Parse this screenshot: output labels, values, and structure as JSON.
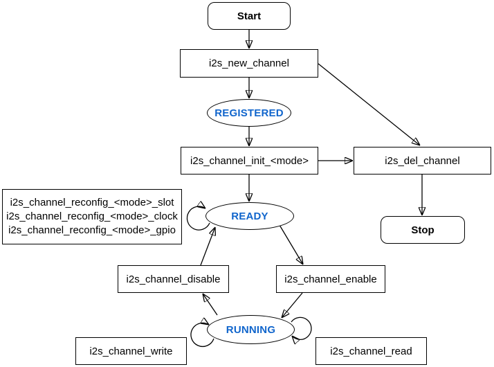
{
  "diagram": {
    "type": "state-machine-flowchart",
    "colors": {
      "state_text": "#1065cc",
      "line": "#000000",
      "node_text": "#000000",
      "background": "#ffffff"
    },
    "nodes": {
      "start": {
        "label": "Start",
        "shape": "rounded-rect"
      },
      "new": {
        "label": "i2s_new_channel",
        "shape": "rect"
      },
      "reg": {
        "label": "REGISTERED",
        "shape": "ellipse"
      },
      "init": {
        "label": "i2s_channel_init_<mode>",
        "shape": "rect"
      },
      "del": {
        "label": "i2s_del_channel",
        "shape": "rect"
      },
      "stop": {
        "label": "Stop",
        "shape": "rounded-rect"
      },
      "ready": {
        "label": "READY",
        "shape": "ellipse"
      },
      "reconfig": {
        "shape": "rect",
        "lines": [
          "i2s_channel_reconfig_<mode>_slot",
          "i2s_channel_reconfig_<mode>_clock",
          "i2s_channel_reconfig_<mode>_gpio"
        ]
      },
      "disable": {
        "label": "i2s_channel_disable",
        "shape": "rect"
      },
      "enable": {
        "label": "i2s_channel_enable",
        "shape": "rect"
      },
      "running": {
        "label": "RUNNING",
        "shape": "ellipse"
      },
      "write": {
        "label": "i2s_channel_write",
        "shape": "rect"
      },
      "read": {
        "label": "i2s_channel_read",
        "shape": "rect"
      }
    },
    "edges": [
      {
        "from": "Start",
        "to": "i2s_new_channel"
      },
      {
        "from": "i2s_new_channel",
        "to": "REGISTERED"
      },
      {
        "from": "i2s_new_channel",
        "to": "i2s_del_channel"
      },
      {
        "from": "REGISTERED",
        "to": "i2s_channel_init_<mode>"
      },
      {
        "from": "i2s_channel_init_<mode>",
        "to": "i2s_del_channel"
      },
      {
        "from": "i2s_channel_init_<mode>",
        "to": "READY"
      },
      {
        "from": "i2s_del_channel",
        "to": "Stop"
      },
      {
        "from": "READY",
        "to": "READY",
        "kind": "self-loop-left"
      },
      {
        "from": "READY",
        "to": "i2s_channel_enable"
      },
      {
        "from": "i2s_channel_disable",
        "to": "READY"
      },
      {
        "from": "i2s_channel_enable",
        "to": "RUNNING"
      },
      {
        "from": "RUNNING",
        "to": "i2s_channel_disable"
      },
      {
        "from": "RUNNING",
        "to": "RUNNING",
        "kind": "self-loop-left"
      },
      {
        "from": "RUNNING",
        "to": "RUNNING",
        "kind": "self-loop-right"
      }
    ]
  }
}
